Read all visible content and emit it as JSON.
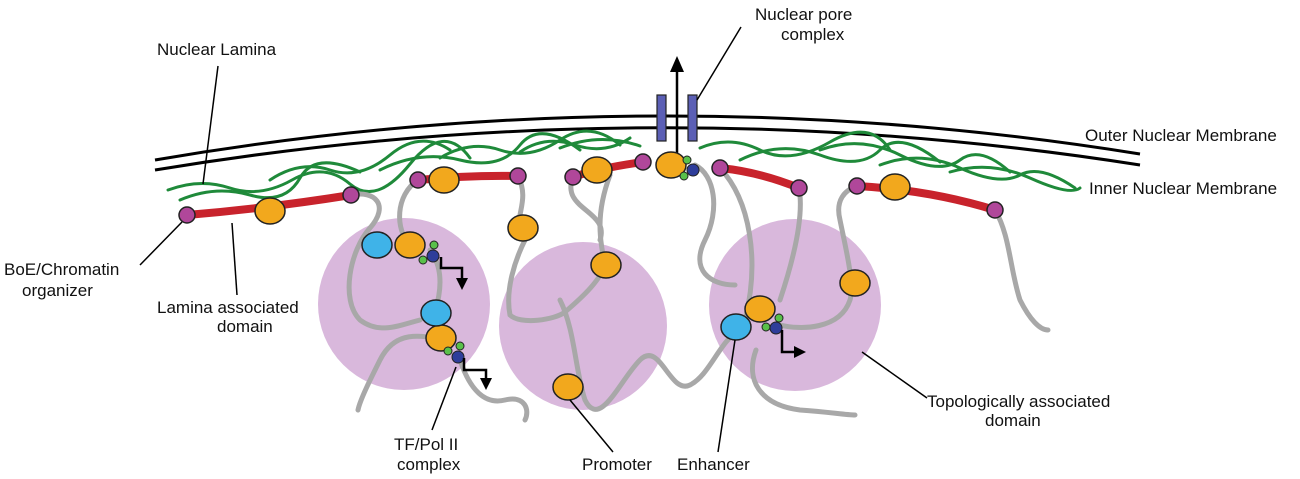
{
  "labels": {
    "nuclear_lamina": "Nuclear Lamina",
    "nuclear_pore_1": "Nuclear pore",
    "nuclear_pore_2": "complex",
    "outer_membrane": "Outer Nuclear Membrane",
    "inner_membrane": "Inner Nuclear Membrane",
    "boe_1": "BoE/Chromatin",
    "boe_2": "organizer",
    "lad_1": "Lamina associated",
    "lad_2": "domain",
    "tf_1": "TF/Pol II",
    "tf_2": "complex",
    "promoter": "Promoter",
    "enhancer": "Enhancer",
    "tad_1": "Topologically associated",
    "tad_2": "domain"
  },
  "colors": {
    "membrane": "#000000",
    "lamina": "#1f8a3a",
    "lad": "#c8232c",
    "chromatin": "#a8a8a8",
    "tad": "#d9b8dc",
    "promoter": "#f2a81d",
    "enhancer": "#3fb3e8",
    "boe": "#b0479a",
    "pore": "#5b5fb5",
    "pol2": "#2e3d9a",
    "tf": "#59c04a"
  }
}
